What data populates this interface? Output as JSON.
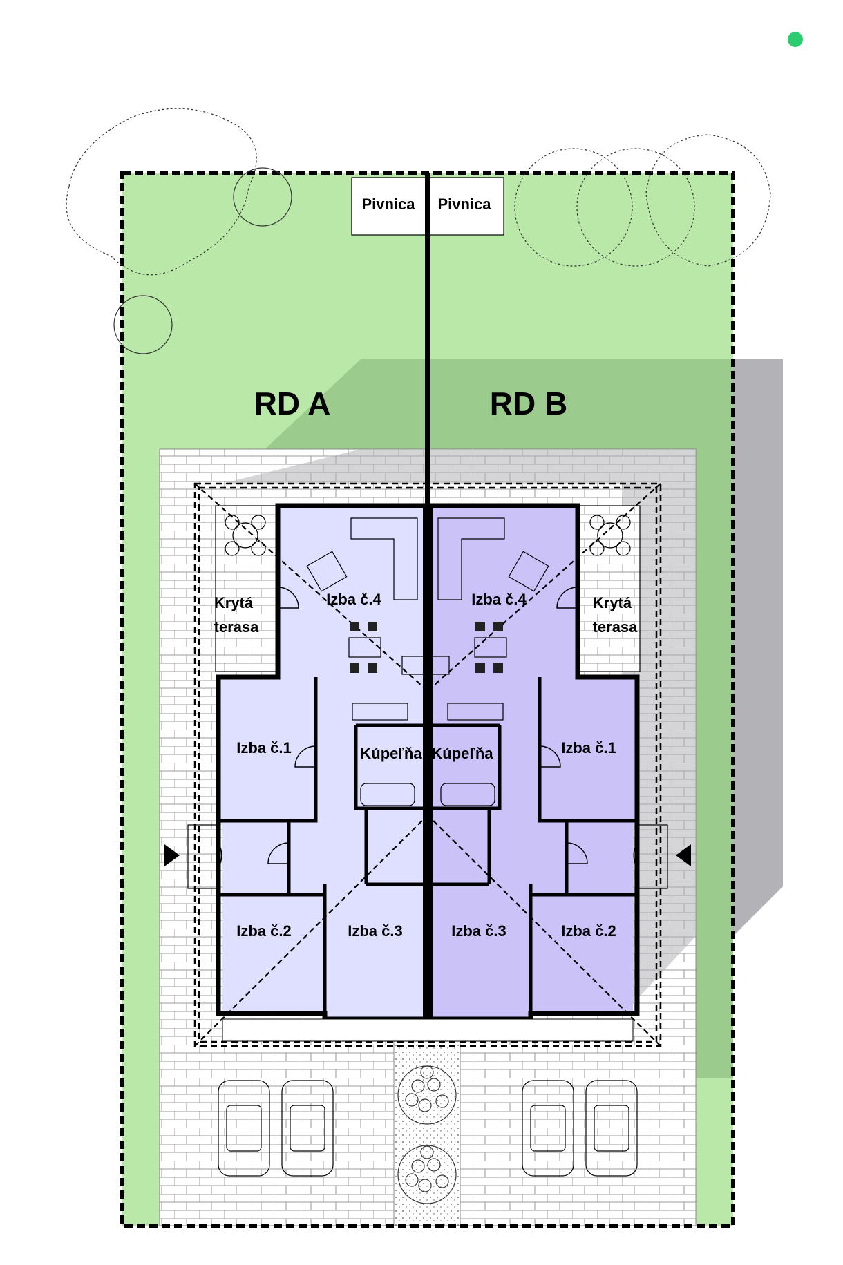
{
  "colors": {
    "lawn": "#b9e8a8",
    "lawn_shadow": "#98c98a",
    "shadow": "#b3b3b7",
    "paving": "#ffffff",
    "paving_lines": "#9a9a9a",
    "unit_a_fill": "#dfe0ff",
    "unit_b_fill": "#cbc2f7",
    "indicator": "#2ecc71"
  },
  "icons": {
    "status": "green-dot-icon",
    "entrance": "triangle-arrow-icon"
  },
  "labels": {
    "unit_a": "RD A",
    "unit_b": "RD B",
    "basement_a": "Pivnica",
    "basement_b": "Pivnica",
    "a_room4": "Izba č.4",
    "b_room4": "Izba č.4",
    "a_room1": "Izba č.1",
    "b_room1": "Izba č.1",
    "a_room2": "Izba č.2",
    "b_room2": "Izba č.2",
    "a_room3": "Izba č.3",
    "b_room3": "Izba č.3",
    "a_bath": "Kúpeľňa",
    "b_bath": "Kúpeľňa",
    "a_terrace_1": "Krytá",
    "a_terrace_2": "terasa",
    "b_terrace_1": "Krytá",
    "b_terrace_2": "terasa"
  }
}
